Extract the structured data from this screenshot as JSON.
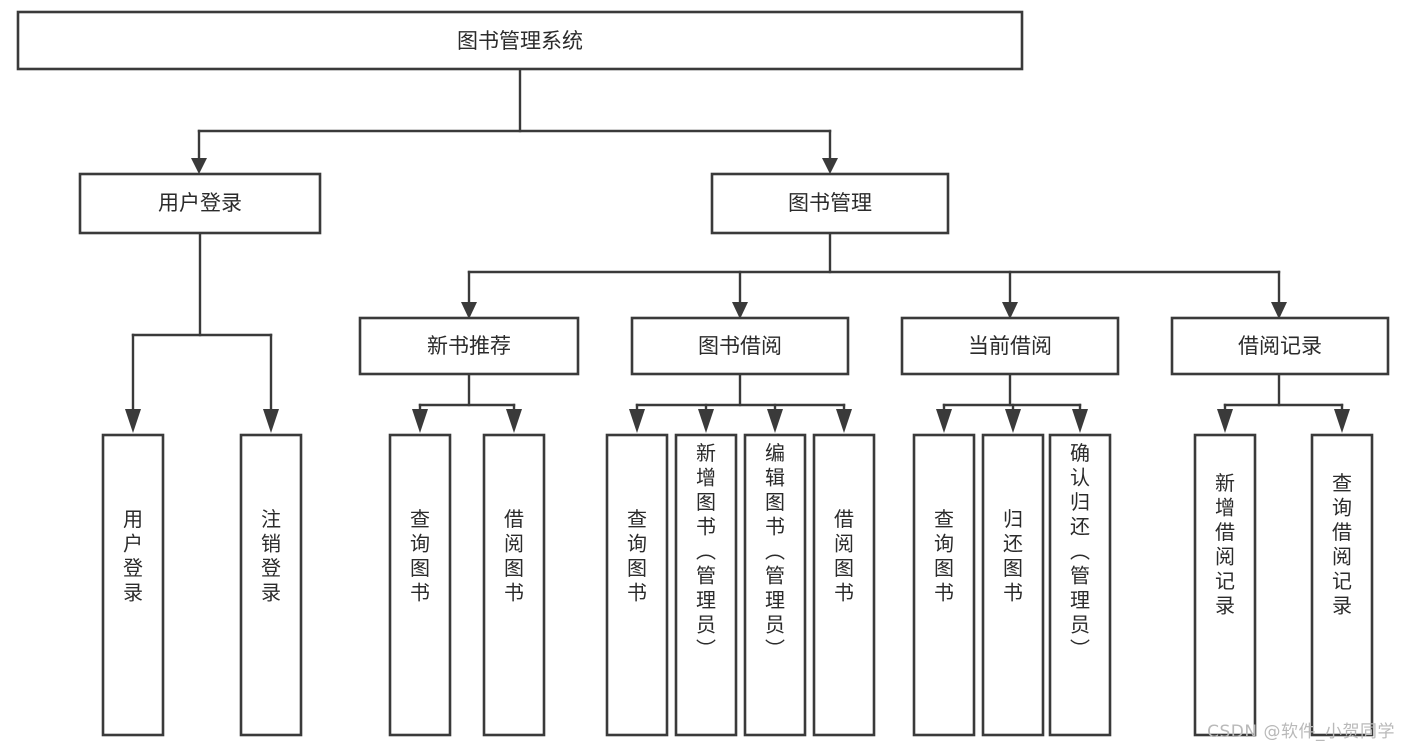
{
  "diagram": {
    "title": "图书管理系统",
    "type": "tree-hierarchy",
    "watermark": "CSDN @软件_小贺同学",
    "colors": {
      "stroke": "#3a3a3a",
      "box_fill": "#ffffff",
      "text": "#2b2b2b",
      "background": "#ffffff",
      "watermark": "#b9b9b9"
    },
    "root": {
      "label": "图书管理系统"
    },
    "level2": [
      {
        "label": "用户登录"
      },
      {
        "label": "图书管理"
      }
    ],
    "level3": [
      {
        "label": "新书推荐"
      },
      {
        "label": "图书借阅"
      },
      {
        "label": "当前借阅"
      },
      {
        "label": "借阅记录"
      }
    ],
    "leaves": {
      "user_login": [
        {
          "label": "用户登录"
        },
        {
          "label": "注销登录"
        }
      ],
      "new_book_recommend": [
        {
          "label": "查询图书"
        },
        {
          "label": "借阅图书"
        }
      ],
      "book_borrow": [
        {
          "label": "查询图书"
        },
        {
          "label": "新增图书（管理员）"
        },
        {
          "label": "编辑图书（管理员）"
        },
        {
          "label": "借阅图书"
        }
      ],
      "current_borrow": [
        {
          "label": "查询图书"
        },
        {
          "label": "归还图书"
        },
        {
          "label": "确认归还（管理员）"
        }
      ],
      "borrow_record": [
        {
          "label": "新增借阅记录"
        },
        {
          "label": "查询借阅记录"
        }
      ]
    }
  }
}
